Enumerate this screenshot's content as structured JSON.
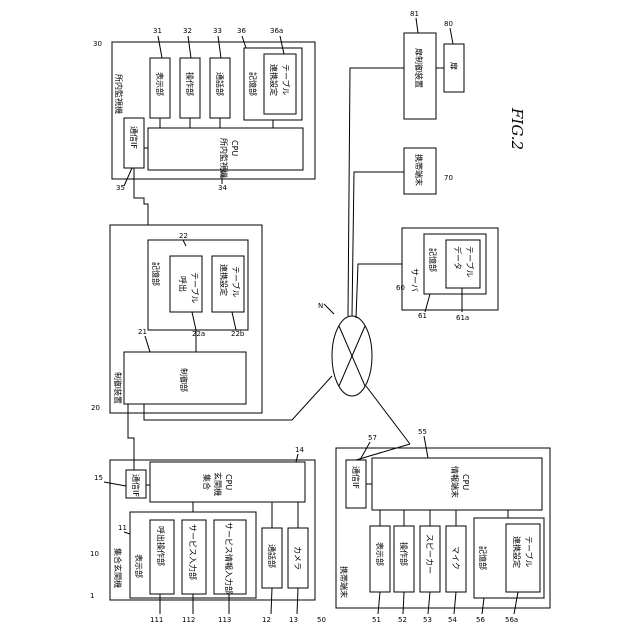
{
  "figure_label": "FIG.2",
  "system_ref": "1",
  "network": {
    "label": "N"
  },
  "monitoring": {
    "ref": "30",
    "title": "所内監視機",
    "display": {
      "ref": "31",
      "label": "表示部"
    },
    "operation": {
      "ref": "32",
      "label": "操作部"
    },
    "call": {
      "ref": "33",
      "label": "通話部"
    },
    "storage": {
      "ref": "36",
      "label": "記憶部"
    },
    "table": {
      "ref": "36a",
      "line1": "連携設定",
      "line2": "テーブル"
    },
    "cpu": {
      "ref": "34",
      "line1": "所内監視機",
      "line2": "CPU"
    },
    "comm_if": {
      "ref": "35",
      "label": "通信IF"
    }
  },
  "controller": {
    "ref": "20",
    "title": "制御装置",
    "control_unit": {
      "ref": "21",
      "label": "制御部"
    },
    "storage": {
      "ref": "22",
      "label": "記憶部"
    },
    "call_table": {
      "ref": "22a",
      "line1": "呼出",
      "line2": "テーブル"
    },
    "link_table": {
      "ref": "22b",
      "line1": "連携設定",
      "line2": "テーブル"
    }
  },
  "entrance": {
    "ref": "10",
    "title": "集合玄関機",
    "display_part": {
      "ref": "11",
      "label": "表示部"
    },
    "call_op": {
      "ref": "111",
      "label": "呼出操作部"
    },
    "service_input": {
      "ref": "112",
      "label": "サービス入力部"
    },
    "service_info": {
      "ref": "113",
      "label": "サービス情報入力部"
    },
    "call": {
      "ref": "12",
      "label": "通話部"
    },
    "camera": {
      "ref": "13",
      "label": "カメラ"
    },
    "cpu": {
      "ref": "14",
      "line1": "集合",
      "line2": "玄関機",
      "line3": "CPU"
    },
    "comm_if": {
      "ref": "15",
      "label": "通信IF"
    }
  },
  "mobile": {
    "ref": "50",
    "title": "携帯端末",
    "comm_if": {
      "ref": "57",
      "label": "通信IF"
    },
    "cpu": {
      "ref": "55",
      "line1": "情報端末",
      "line2": "CPU"
    },
    "display": {
      "ref": "51",
      "label": "表示部"
    },
    "operation": {
      "ref": "52",
      "label": "操作部"
    },
    "speaker": {
      "ref": "53",
      "label": "スピーカー"
    },
    "mic": {
      "ref": "54",
      "label": "マイク"
    },
    "storage": {
      "ref": "56",
      "label": "記憶部"
    },
    "table": {
      "ref": "56a",
      "line1": "連携設定",
      "line2": "テーブル"
    }
  },
  "door_controller": {
    "ref": "81",
    "label": "扉制御装置"
  },
  "door": {
    "ref": "80",
    "label": "扉"
  },
  "mobile_terminal": {
    "ref": "70",
    "label": "携帯端末"
  },
  "server": {
    "ref": "60",
    "title": "サーバ",
    "storage": {
      "ref": "61",
      "label": "記憶部"
    },
    "data_table": {
      "ref": "61a",
      "line1": "データ",
      "line2": "テーブル"
    }
  }
}
